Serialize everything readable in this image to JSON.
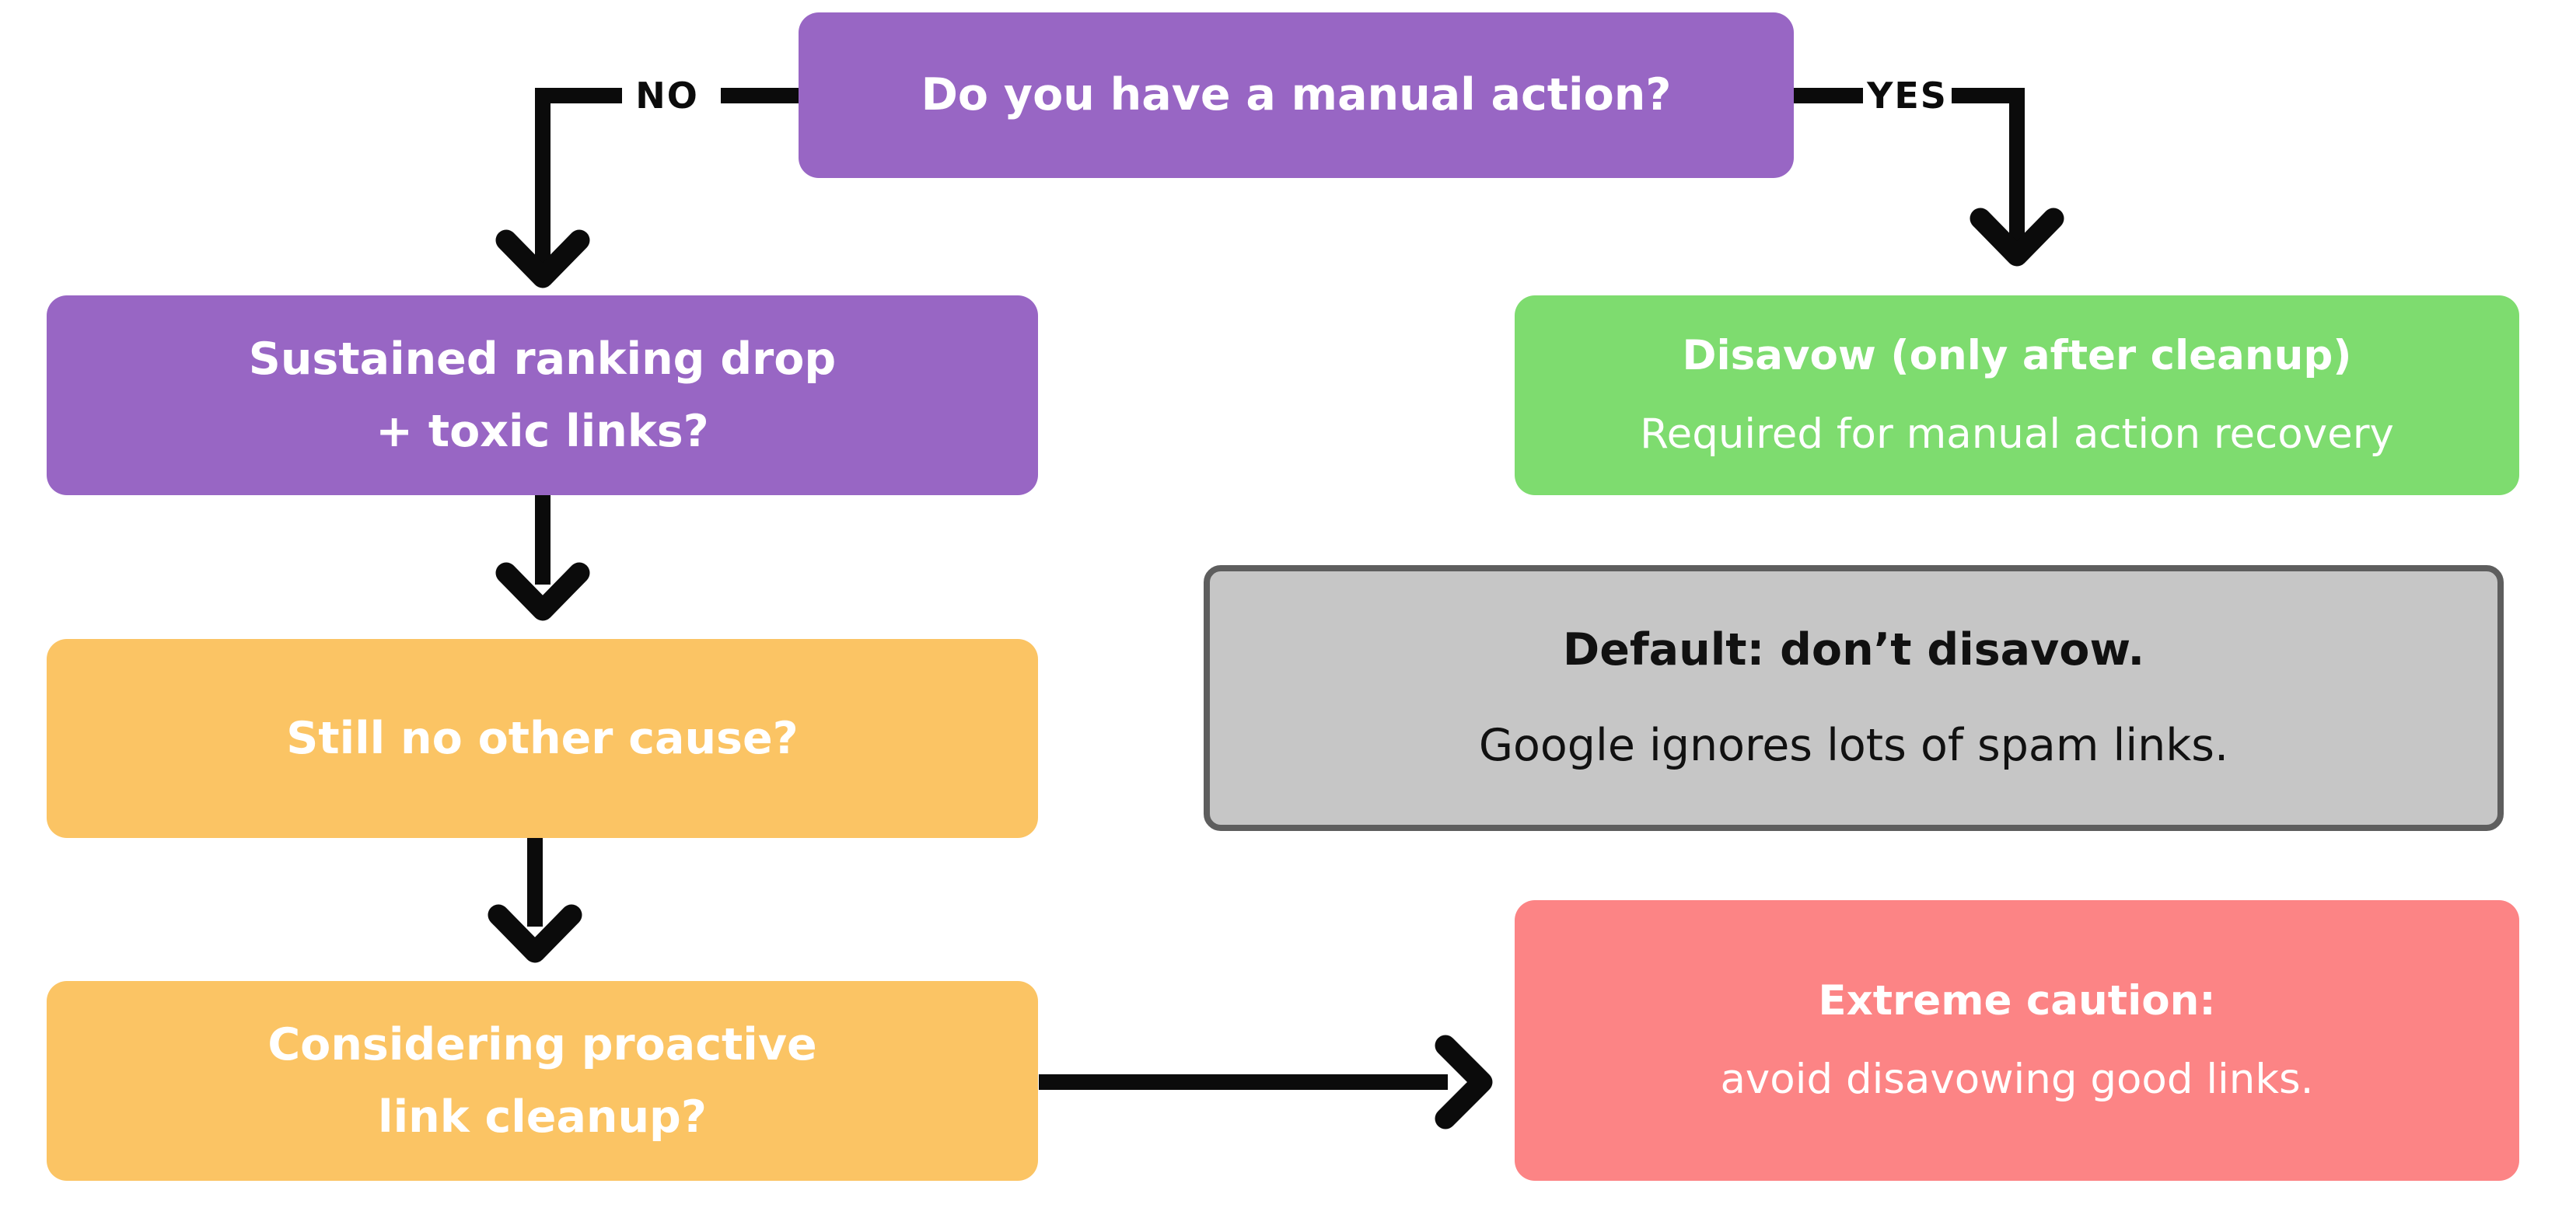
{
  "diagram": {
    "description": "Flowchart deciding whether to use the Google disavow tool",
    "labels": {
      "no": "NO",
      "yes": "YES"
    },
    "nodes": {
      "manual_action": {
        "line1": "Do you have a manual action?"
      },
      "ranking_drop": {
        "line1": "Sustained ranking drop",
        "line2": "+ toxic links?"
      },
      "disavow_cleanup": {
        "line1": "Disavow (only after cleanup)",
        "line2": "Required for manual action recovery"
      },
      "default_note": {
        "line1": "Default: don’t disavow.",
        "line2": "Google ignores lots of spam links."
      },
      "no_other_cause": {
        "line1": "Still no other cause?"
      },
      "proactive_cleanup": {
        "line1": "Considering proactive",
        "line2": "link cleanup?"
      },
      "extreme_caution": {
        "line1": "Extreme caution:",
        "line2": "avoid disavowing good links."
      }
    }
  },
  "colors": {
    "purple": "#9866C4",
    "green": "#7EDC6F",
    "orange": "#FBC464",
    "red": "#FC8485",
    "gray-fill": "#C6C6C6",
    "gray-border": "#5E5E5E",
    "arrow": "#0B0B0B",
    "text-light": "#FFFFFF",
    "text-dark": "#111111",
    "bg": "#FFFFFF"
  }
}
